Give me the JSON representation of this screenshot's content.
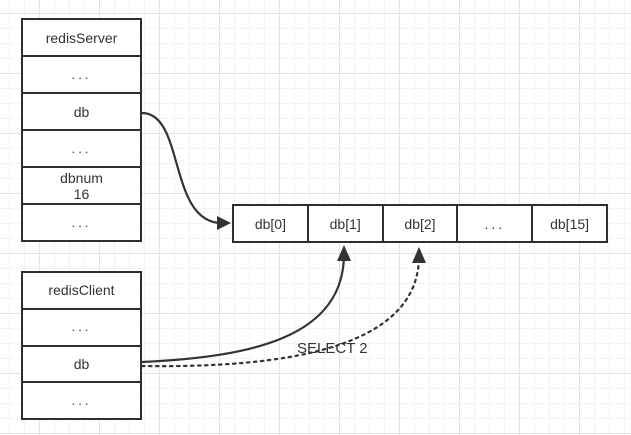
{
  "server": {
    "title": "redisServer",
    "row_ellipsis_1": "...",
    "row_db": "db",
    "row_ellipsis_2": "...",
    "row_dbnum_label": "dbnum",
    "row_dbnum_value": "16",
    "row_ellipsis_3": "..."
  },
  "client": {
    "title": "redisClient",
    "row_ellipsis_1": "...",
    "row_db": "db",
    "row_ellipsis_2": "..."
  },
  "db_array": {
    "cells": [
      "db[0]",
      "db[1]",
      "db[2]",
      "...",
      "db[15]"
    ]
  },
  "annotations": {
    "select_command": "SELECT 2"
  },
  "colors": {
    "line": "#333333",
    "border": "#2e2e2e",
    "text": "#333333",
    "background": "#ffffff",
    "grid_minor": "#f3f3f3",
    "grid_major": "#e3e3e3"
  }
}
